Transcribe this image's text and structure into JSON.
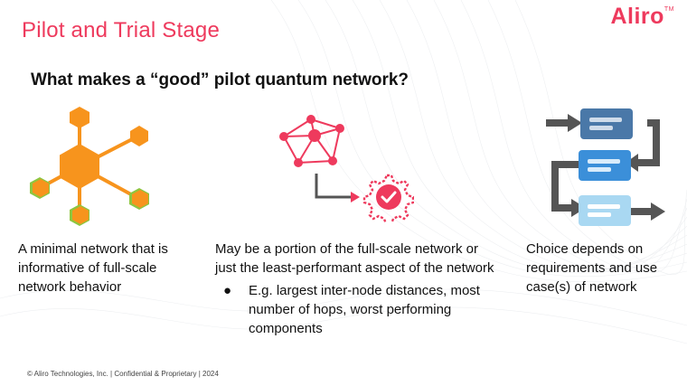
{
  "slide": {
    "title": "Pilot and Trial Stage",
    "logo": "Aliro",
    "logo_mark": "TM",
    "question": "What makes a “good” pilot quantum network?",
    "columns": [
      {
        "text": "A minimal network that is informative of full-scale network behavior"
      },
      {
        "text": "May be a portion of the full-scale network or just the least-performant aspect of the network",
        "bullets": [
          {
            "marker": "●",
            "text": "E.g. largest inter-node distances, most number of hops, worst performing components"
          }
        ]
      },
      {
        "text": "Choice depends on requirements and use case(s) of network"
      }
    ],
    "footer": "© Aliro Technologies, Inc.  | Confidential & Proprietary | 2024"
  },
  "icons": {
    "hub": "hexagon-network-icon",
    "network": "network-graph-icon",
    "arrow": "right-angle-arrow-icon",
    "gear": "gear-check-icon",
    "flow": "flow-loop-icon"
  },
  "colors": {
    "accent": "#ee3a5d",
    "hub_orange": "#f7941d",
    "hub_green": "#8dc63f",
    "flow_dark": "#4a78a8",
    "flow_mid": "#3b8fd9",
    "flow_light": "#a9d8f2",
    "arrow_gray": "#555555"
  }
}
